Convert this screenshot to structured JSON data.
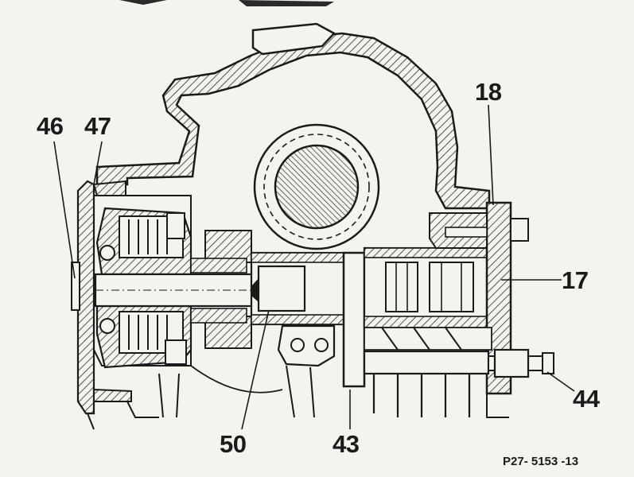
{
  "labels": {
    "n46": "46",
    "n47": "47",
    "n18": "18",
    "n17": "17",
    "n44": "44",
    "n50": "50",
    "n43": "43"
  },
  "reference": "P27- 5153 -13",
  "colors": {
    "paper": "#f4f3ee",
    "ink": "#1a1a1a",
    "hatch": "#2b2b2b"
  }
}
